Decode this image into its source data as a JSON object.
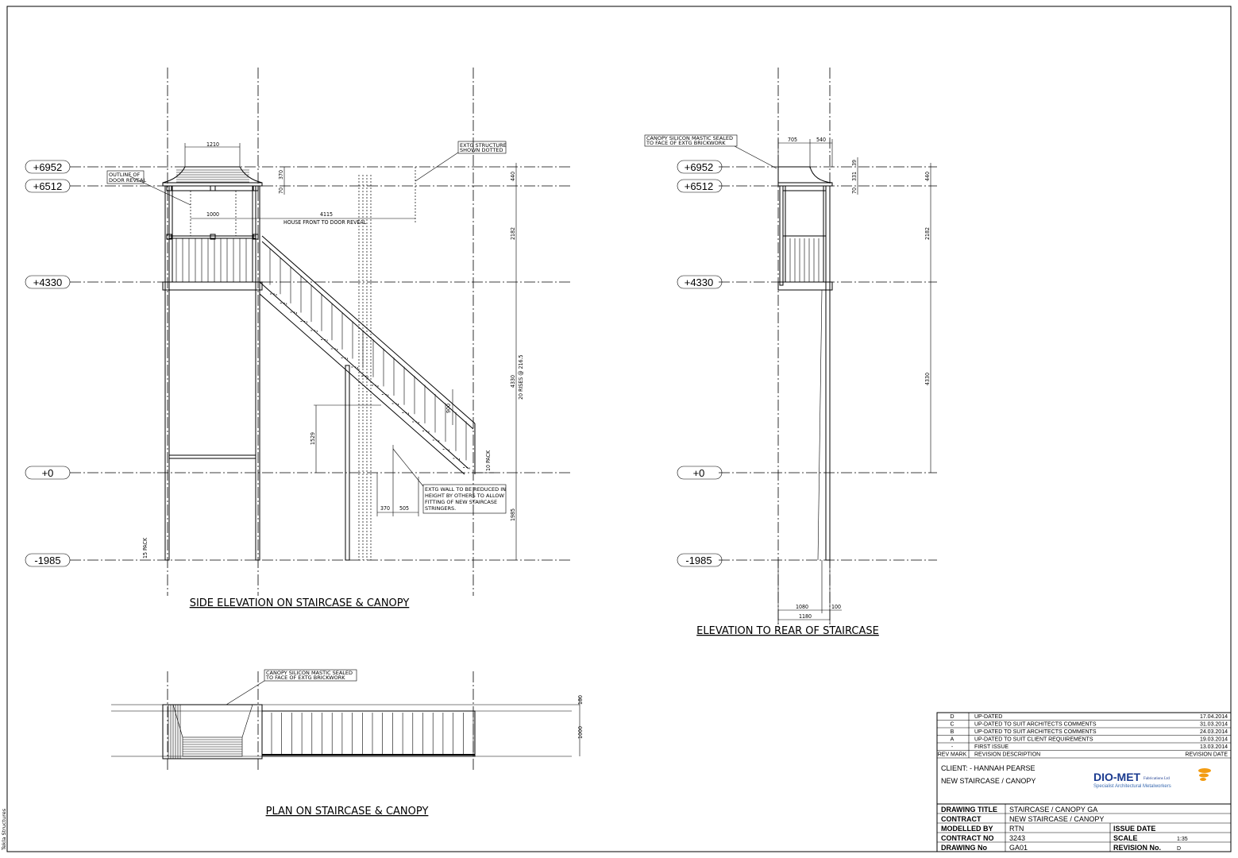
{
  "levels": [
    "+6952",
    "+6512",
    "+4330",
    "+0",
    "-1985"
  ],
  "side_elevation": {
    "title": "SIDE ELEVATION ON STAIRCASE & CANOPY",
    "dims": {
      "canopy_width": "1210",
      "canopy_height": "370",
      "fascia": "70",
      "door": "1000",
      "house_front": "4115",
      "house_front_label": "HOUSE FRONT TO DOOR REVEAL",
      "d440": "440",
      "d2182": "2182",
      "rises": "4330",
      "rises_label": "20 RISES @ 216.5",
      "d1985": "1985",
      "d1529": "1529",
      "d900": "900",
      "d370": "370",
      "d505": "505",
      "pack_top": "10  PACK",
      "pack_bottom": "15  PACK"
    },
    "notes": {
      "door_reveal": [
        "OUTLINE OF",
        "DOOR REVEAL"
      ],
      "structure_dotted": [
        "EXTG STRUCTURE",
        "SHOWN DOTTED"
      ],
      "wall": [
        "EXTG WALL TO BE REDUCED IN",
        "HEIGHT BY OTHERS TO ALLOW",
        "FITTING OF NEW STAIRCASE",
        "STRINGERS."
      ]
    }
  },
  "rear_elevation": {
    "title": "ELEVATION TO REAR OF STAIRCASE",
    "dims": {
      "d705": "705",
      "d540": "540",
      "d39": "39",
      "d331": "331",
      "d70": "70",
      "d440": "440",
      "d2182": "2182",
      "d4330": "4330",
      "d1080": "1080",
      "d100": "100",
      "d1180": "1180"
    },
    "note": [
      "CANOPY SILICON MASTIC SEALED",
      "TO FACE OF EXTG BRICKWORK"
    ]
  },
  "plan": {
    "title": "PLAN ON STAIRCASE & CANOPY",
    "dims": {
      "d180": "180",
      "d1000": "1000"
    },
    "note": [
      "CANOPY SILICON MASTIC SEALED",
      "TO FACE OF EXTG BRICKWORK"
    ]
  },
  "software_label": "Tekla Structures",
  "title_block": {
    "revisions": [
      {
        "mark": "D",
        "description": "UP-DATED",
        "date": "17.04.2014"
      },
      {
        "mark": "C",
        "description": "UP-DATED TO SUIT ARCHITECTS COMMENTS",
        "date": "31.03.2014"
      },
      {
        "mark": "B",
        "description": "UP-DATED TO SUIT ARCHITECTS COMMENTS",
        "date": "24.03.2014"
      },
      {
        "mark": "A",
        "description": "UP-DATED TO SUIT CLIENT REQUIREMENTS",
        "date": "19.03.2014"
      },
      {
        "mark": "-",
        "description": "FIRST ISSUE",
        "date": "13.03.2014"
      }
    ],
    "rev_headers": {
      "mark": "REV MARK",
      "description": "REVISION DESCRIPTION",
      "date": "REVISION DATE"
    },
    "client": "CLIENT: - HANNAH PEARSE",
    "project": "NEW STAIRCASE / CANOPY",
    "company": {
      "name": "DIO-MET",
      "suffix": "Fabrications Ltd",
      "tagline": "Specialist Architectural Metalworkers",
      "brand_color": "#1a3a8f",
      "accent_color": "#f39c12"
    },
    "fields": [
      {
        "label": "DRAWING TITLE",
        "value": "STAIRCASE / CANOPY GA"
      },
      {
        "label": "CONTRACT",
        "value": "NEW STAIRCASE / CANOPY"
      },
      {
        "label": "MODELLED BY",
        "value": "RTN",
        "label2": "ISSUE DATE",
        "value2": ""
      },
      {
        "label": "CONTRACT NO",
        "value": "3243",
        "label2": "SCALE",
        "value2": "1:35"
      },
      {
        "label": "DRAWING No",
        "value": "GA01",
        "label2": "REVISION No.",
        "value2": "D"
      }
    ]
  }
}
